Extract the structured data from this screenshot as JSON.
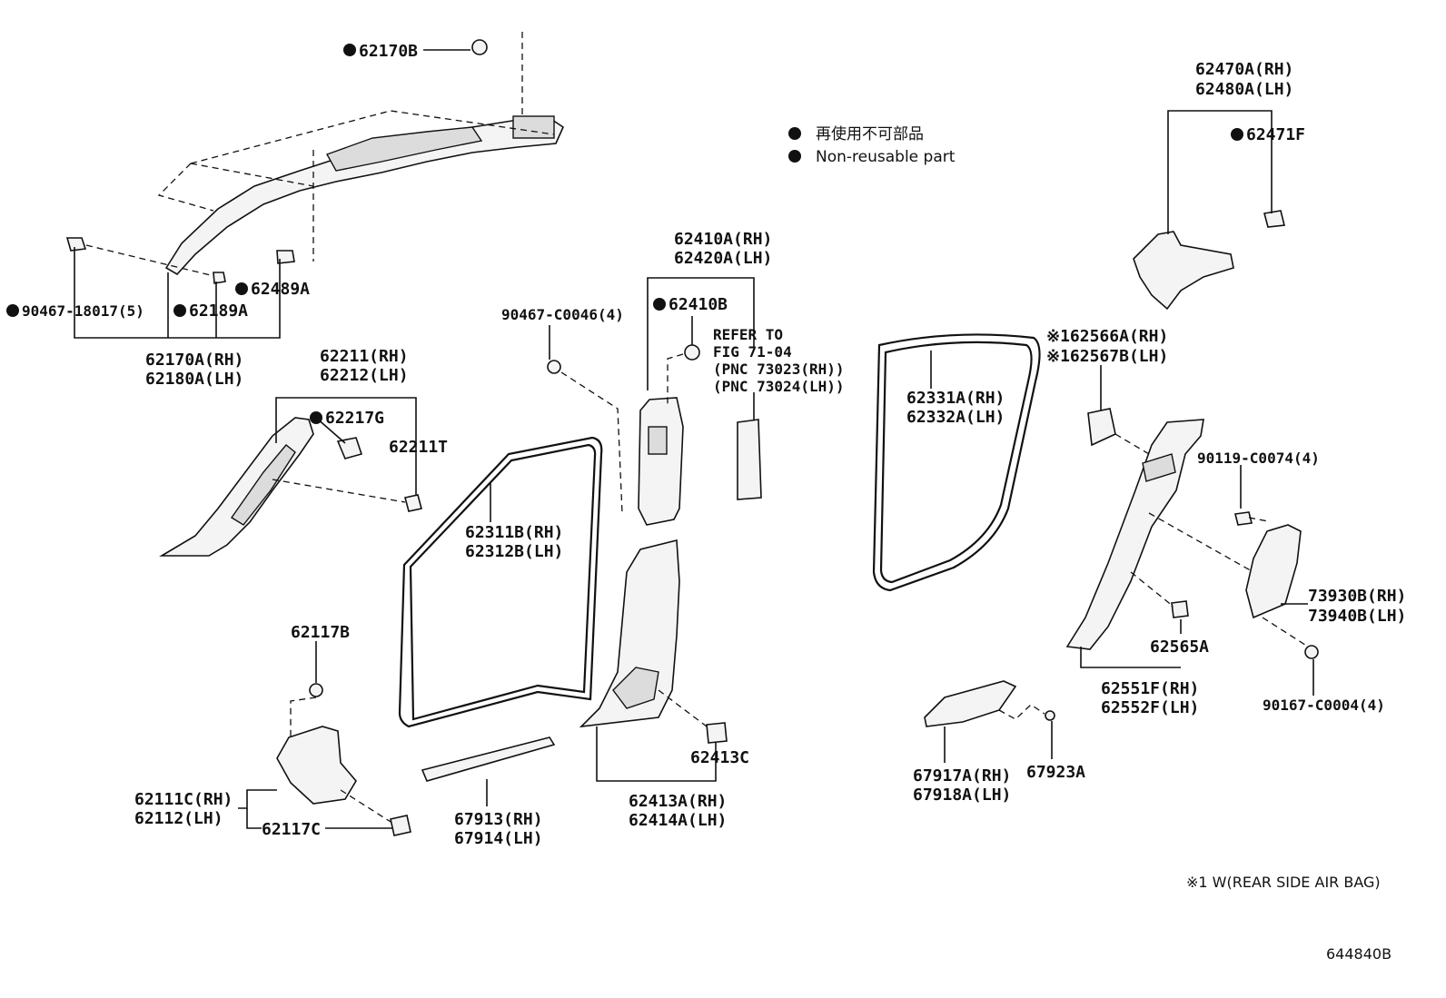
{
  "legend": {
    "line1": "再使用不可部品",
    "line2": "Non-reusable part"
  },
  "labels": {
    "p62170B": "62170B",
    "p90467_18017": "90467-18017(5)",
    "p62189A": "62189A",
    "p62489A": "62489A",
    "p62170A": "62170A(RH)",
    "p62180A": "62180A(LH)",
    "p62211": "62211(RH)",
    "p62212": "62212(LH)",
    "p62217G": "62217G",
    "p62211T": "62211T",
    "p62117B": "62117B",
    "p62111C": "62111C(RH)",
    "p62112": "62112(LH)",
    "p62117C": "62117C",
    "p62311B": "62311B(RH)",
    "p62312B": "62312B(LH)",
    "p67913": "67913(RH)",
    "p67914": "67914(LH)",
    "p90467_C0046": "90467-C0046(4)",
    "p62410A": "62410A(RH)",
    "p62420A": "62420A(LH)",
    "p62410B": "62410B",
    "refer1": "REFER TO",
    "refer2": "FIG 71-04",
    "refer3": "(PNC 73023(RH))",
    "refer4": "(PNC 73024(LH))",
    "p62413C": "62413C",
    "p62413A": "62413A(RH)",
    "p62414A": "62414A(LH)",
    "p62331A": "62331A(RH)",
    "p62332A": "62332A(LH)",
    "p67917A": "67917A(RH)",
    "p67918A": "67918A(LH)",
    "p67923A": "67923A",
    "p62470A": "62470A(RH)",
    "p62480A": "62480A(LH)",
    "p62471F": "62471F",
    "p62566A": "※162566A(RH)",
    "p62567B": "※162567B(LH)",
    "p90119": "90119-C0074(4)",
    "p73930B": "73930B(RH)",
    "p73940B": "73940B(LH)",
    "p62565A": "62565A",
    "p62551F": "62551F(RH)",
    "p62552F": "62552F(LH)",
    "p90167": "90167-C0004(4)"
  },
  "footnote": "※1 W(REAR SIDE AIR BAG)",
  "figure_id": "644840B"
}
